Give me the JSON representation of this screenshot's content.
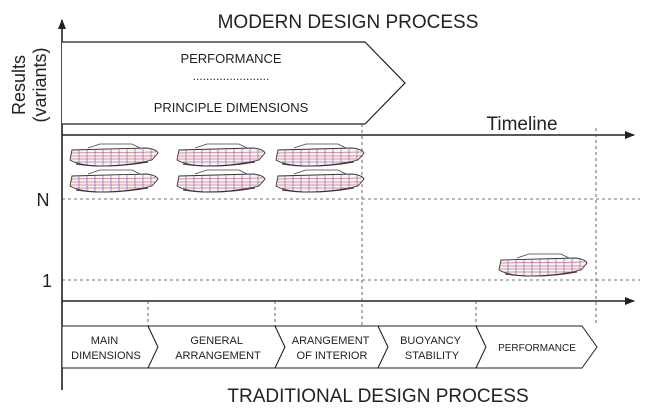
{
  "modern_title": "MODERN DESIGN PROCESS",
  "traditional_title": "TRADITIONAL DESIGN PROCESS",
  "y_axis_label_line1": "Results",
  "y_axis_label_line2": "(variants)",
  "timeline_label": "Timeline",
  "y_ticks": {
    "n_label": "N",
    "one_label": "1"
  },
  "modern_arrow": {
    "top_label": "PERFORMANCE",
    "dots": ".......................",
    "bottom_label": "PRINCIPLE DIMENSIONS"
  },
  "stages": [
    {
      "lines": [
        "MAIN",
        "DIMENSIONS"
      ]
    },
    {
      "lines": [
        "GENERAL",
        "ARRANGEMENT"
      ]
    },
    {
      "lines": [
        "ARANGEMENT",
        "OF INTERIOR"
      ]
    },
    {
      "lines": [
        "BUOYANCY",
        "STABILITY"
      ]
    },
    {
      "lines": [
        "PERFORMANCE"
      ]
    }
  ],
  "modern_variant_count": 6,
  "traditional_variant_count": 1,
  "icons": {
    "boat": "boat-icon"
  }
}
